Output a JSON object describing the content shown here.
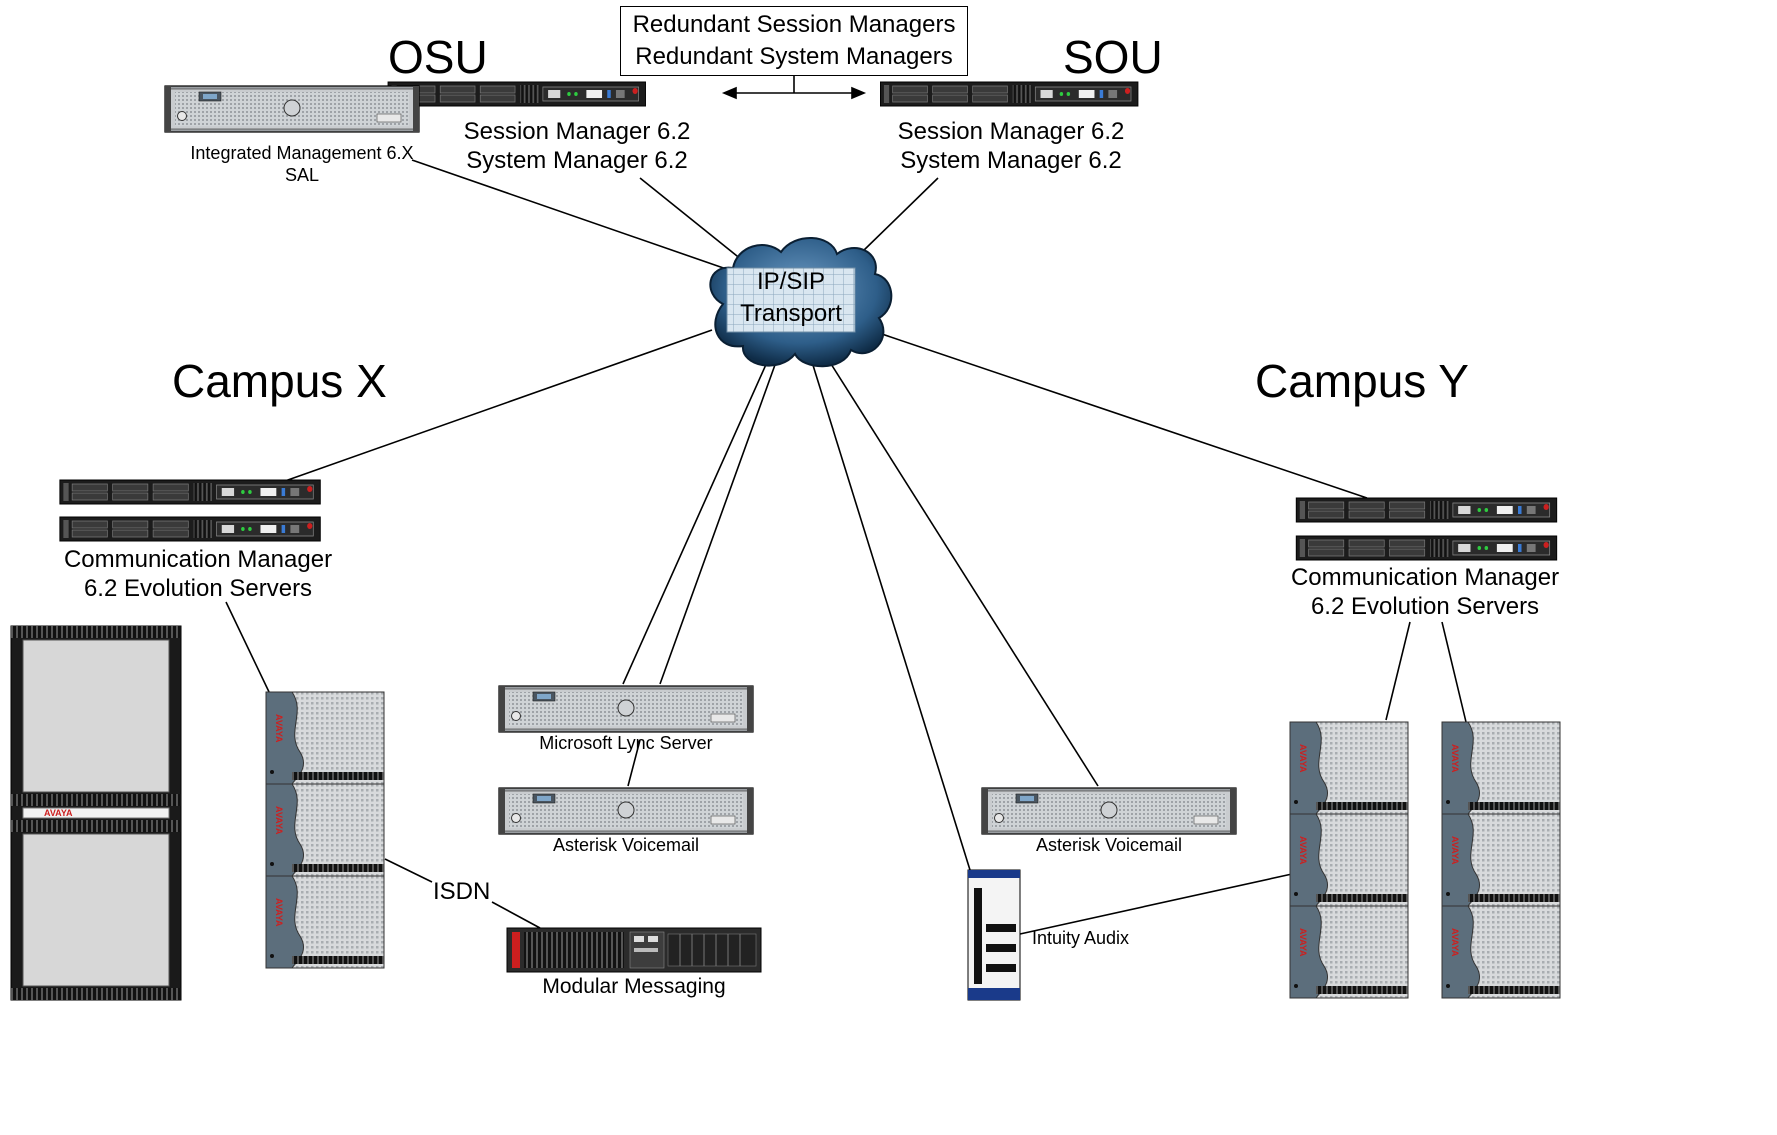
{
  "sites": {
    "osu": "OSU",
    "sou": "SOU",
    "campus_x": "Campus X",
    "campus_y": "Campus Y"
  },
  "redundant_box": {
    "line1": "Redundant Session Managers",
    "line2": "Redundant System Managers"
  },
  "cloud": {
    "line1": "IP/SIP",
    "line2": "Transport"
  },
  "osu_server": {
    "line1": "Session Manager 6.2",
    "line2": "System Manager 6.2"
  },
  "sou_server": {
    "line1": "Session Manager 6.2",
    "line2": "System Manager 6.2"
  },
  "integrated_mgmt": {
    "line1": "Integrated Management 6.X",
    "line2": "SAL"
  },
  "campus_x_cm": {
    "line1": "Communication Manager",
    "line2": "6.2 Evolution Servers"
  },
  "campus_y_cm": {
    "line1": "Communication Manager",
    "line2": "6.2 Evolution Servers"
  },
  "lync": "Microsoft Lync Server",
  "asterisk_x": "Asterisk Voicemail",
  "asterisk_y": "Asterisk Voicemail",
  "isdn": "ISDN",
  "modular_messaging": "Modular Messaging",
  "intuity_audix": "Intuity Audix",
  "brand": "AVAYA",
  "colors": {
    "cloud_fill": "#2f5f8a",
    "cloud_dark": "#0e2a44",
    "server_dark": "#222222",
    "g450_panel": "#5c6e7c",
    "avaya_red": "#cc1f1f"
  }
}
